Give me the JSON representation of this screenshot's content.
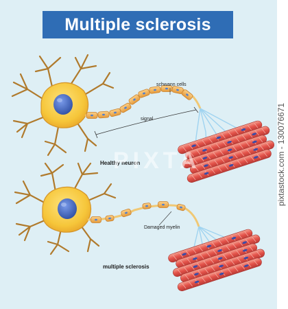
{
  "title": "Multiple sclerosis",
  "labels": {
    "schwann_cells": "schwann cells",
    "signal": "signal",
    "healthy_neuron": "Healthy neuron",
    "damaged_myelin": "Damaged myelin",
    "multiple_sclerosis": "multiple sclerosis"
  },
  "watermark": "PIXTA",
  "stock_id": "pixtastock.com - 130076671",
  "colors": {
    "background": "#deeff5",
    "banner": "#2f6db5",
    "cell_body": "#f6c63a",
    "nucleus": "#3d5fb4",
    "dendrite": "#b07a2c",
    "myelin": "#f2b458",
    "muscle": "#e4534a",
    "muscle_nuclei": "#3a4da8"
  }
}
